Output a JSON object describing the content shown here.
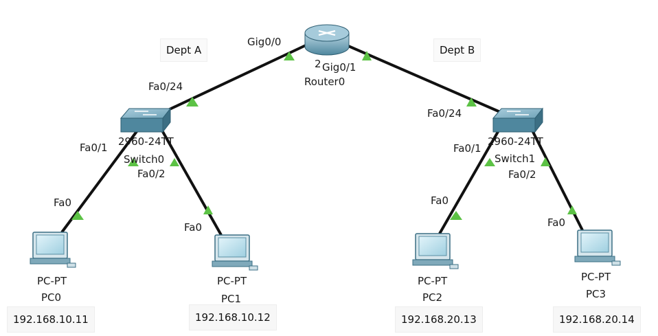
{
  "departments": {
    "a": "Dept A",
    "b": "Dept B"
  },
  "router": {
    "model": "2",
    "name": "Router0",
    "ports": {
      "left": "Gig0/0",
      "right": "Gig0/1"
    }
  },
  "switches": [
    {
      "model": "2960-24TT",
      "name": "Switch0",
      "uplink": "Fa0/24",
      "port1": "Fa0/1",
      "port2": "Fa0/2"
    },
    {
      "model": "2960-24TT",
      "name": "Switch1",
      "uplink": "Fa0/24",
      "port1": "Fa0/1",
      "port2": "Fa0/2"
    }
  ],
  "pcs": [
    {
      "type": "PC-PT",
      "name": "PC0",
      "port": "Fa0",
      "ip": "192.168.10.11"
    },
    {
      "type": "PC-PT",
      "name": "PC1",
      "port": "Fa0",
      "ip": "192.168.10.12"
    },
    {
      "type": "PC-PT",
      "name": "PC2",
      "port": "Fa0",
      "ip": "192.168.20.13"
    },
    {
      "type": "PC-PT",
      "name": "PC3",
      "port": "Fa0",
      "ip": "192.168.20.14"
    }
  ],
  "colors": {
    "link": "#111111",
    "link_up": "#5cc245",
    "device_top": "#8fb9cc",
    "device_side": "#4f879e",
    "screen": "#bfe3ef"
  }
}
